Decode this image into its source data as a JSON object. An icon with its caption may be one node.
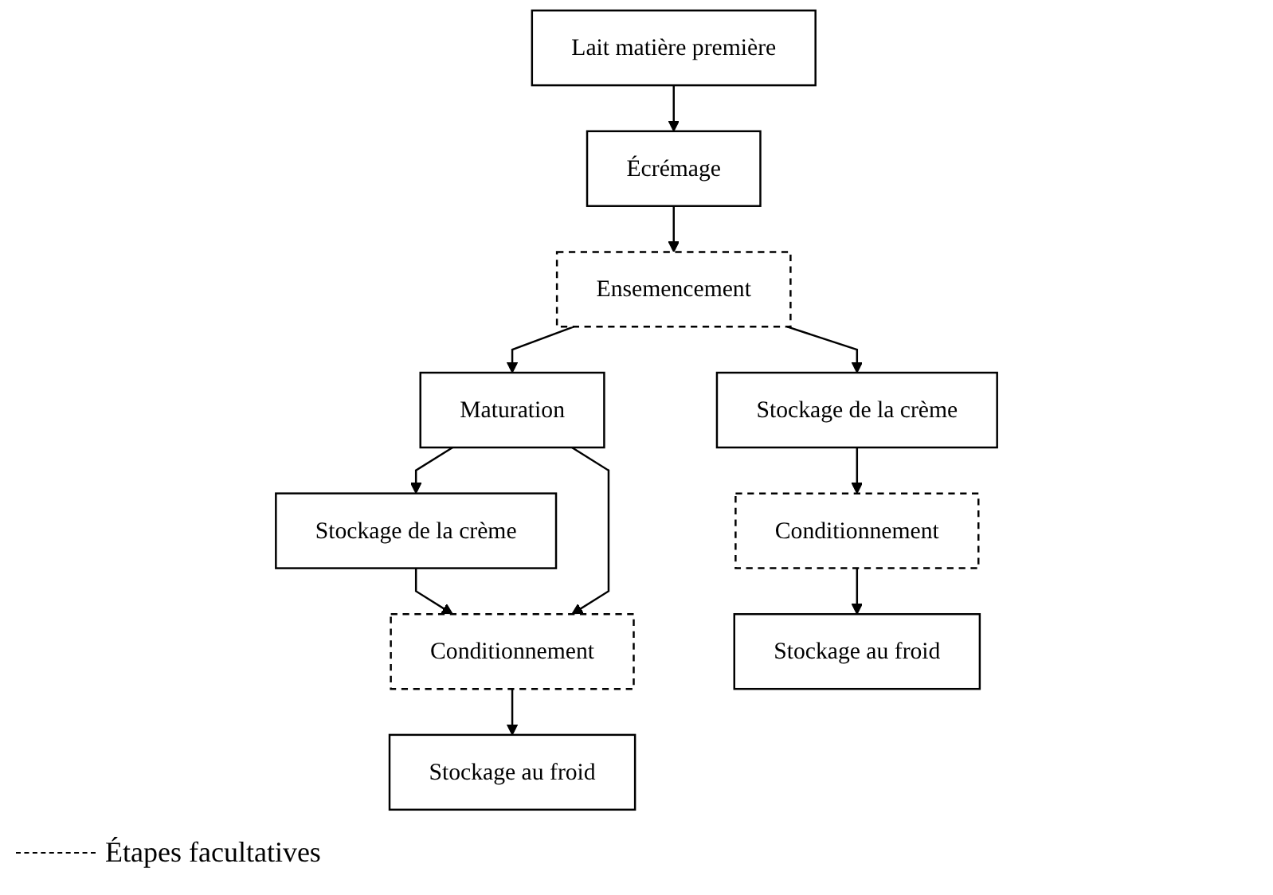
{
  "diagram": {
    "nodes": [
      {
        "text": [
          "Lait matière première"
        ]
      },
      {
        "text": [
          "Écrémage"
        ]
      },
      {
        "text": [
          "Ensemencement"
        ]
      },
      {
        "text": [
          "Maturation"
        ]
      },
      {
        "text": [
          "Stockage de la crème"
        ]
      },
      {
        "text": [
          "Conditionnement"
        ]
      },
      {
        "text": [
          "Stockage au froid"
        ]
      },
      {
        "text": [
          "Stockage de la crème"
        ]
      },
      {
        "text": [
          "Conditionnement"
        ]
      },
      {
        "text": [
          "Stockage au froid"
        ]
      }
    ],
    "edges": [
      {
        "from": 0,
        "to": 1,
        "arrow": "to"
      },
      {
        "from": 1,
        "to": 2,
        "arrow": "to"
      },
      {
        "from": 2,
        "to": 3,
        "arrow": "to"
      },
      {
        "from": 2,
        "to": 7,
        "arrow": "to"
      },
      {
        "from": 3,
        "to": 4,
        "arrow": "to"
      },
      {
        "from": 4,
        "to": 5,
        "arrow": "to"
      },
      {
        "from": 3,
        "to": 5,
        "arrow": "to"
      },
      {
        "from": 5,
        "to": 6,
        "arrow": "to"
      },
      {
        "from": 7,
        "to": 8,
        "arrow": "to"
      },
      {
        "from": 8,
        "to": 9,
        "arrow": "to"
      }
    ],
    "legend": [
      {
        "text": "Étapes facultatives"
      }
    ]
  }
}
